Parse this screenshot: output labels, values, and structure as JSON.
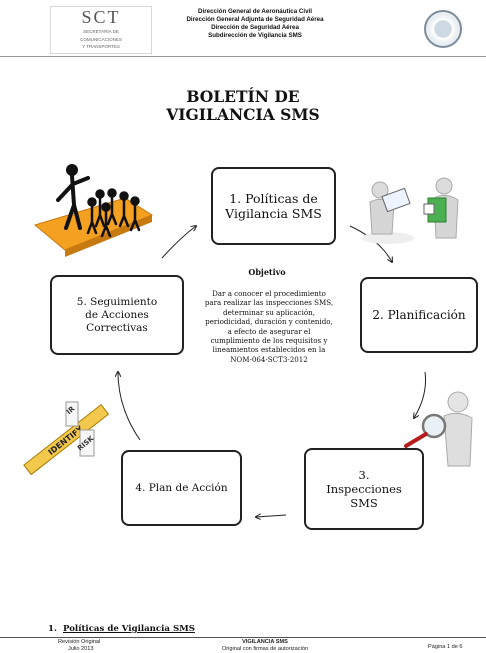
{
  "header": {
    "logo_big": "SCT",
    "logo_small_1": "SECRETARÍA DE",
    "logo_small_2": "COMUNICACIONES",
    "logo_small_3": "Y TRANSPORTES",
    "line1": "Dirección General de Aeronáutica Civil",
    "line2": "Dirección General Adjunta de Seguridad Aérea",
    "line3": "Dirección de Seguridad Aérea",
    "line4": "Subdirección de Vigilancia SMS"
  },
  "title": {
    "line1": "BOLETÍN DE",
    "line2": "VIGILANCIA SMS"
  },
  "cycle": {
    "step1_a": "1. Políticas de",
    "step1_b": "Vigilancia SMS",
    "step2": "2. Planificación",
    "step3_a": "3.",
    "step3_b": "Inspecciones",
    "step3_c": "SMS",
    "step4": "4. Plan de Acción",
    "step5_a": "5. Seguimiento",
    "step5_b": "de Acciones",
    "step5_c": "Correctivas"
  },
  "objective": {
    "title": "Objetivo",
    "lines": [
      "Dar a conocer el procedimiento",
      "para realizar las inspecciones SMS,",
      "determinar su aplicación,",
      "periodicidad, duración y contenido,",
      "a efecto de asegurar el",
      "cumplimiento de los requisitos y",
      "lineamientos establecidos en la",
      "NOM-064-SCT3-2012"
    ]
  },
  "illustration_words": {
    "word_main": "IDENTIFY",
    "word_cross_1": "RISK",
    "word_cross_2": "IR"
  },
  "section": {
    "number": "1.",
    "title": "Políticas de Vigilancia SMS"
  },
  "footer": {
    "left_1": "Revisión Original",
    "left_2": "Julio 2013",
    "mid_1": "VIGILANCIA SMS",
    "mid_2": "Original con firmas de autorización",
    "right": "Página 1 de 6"
  }
}
